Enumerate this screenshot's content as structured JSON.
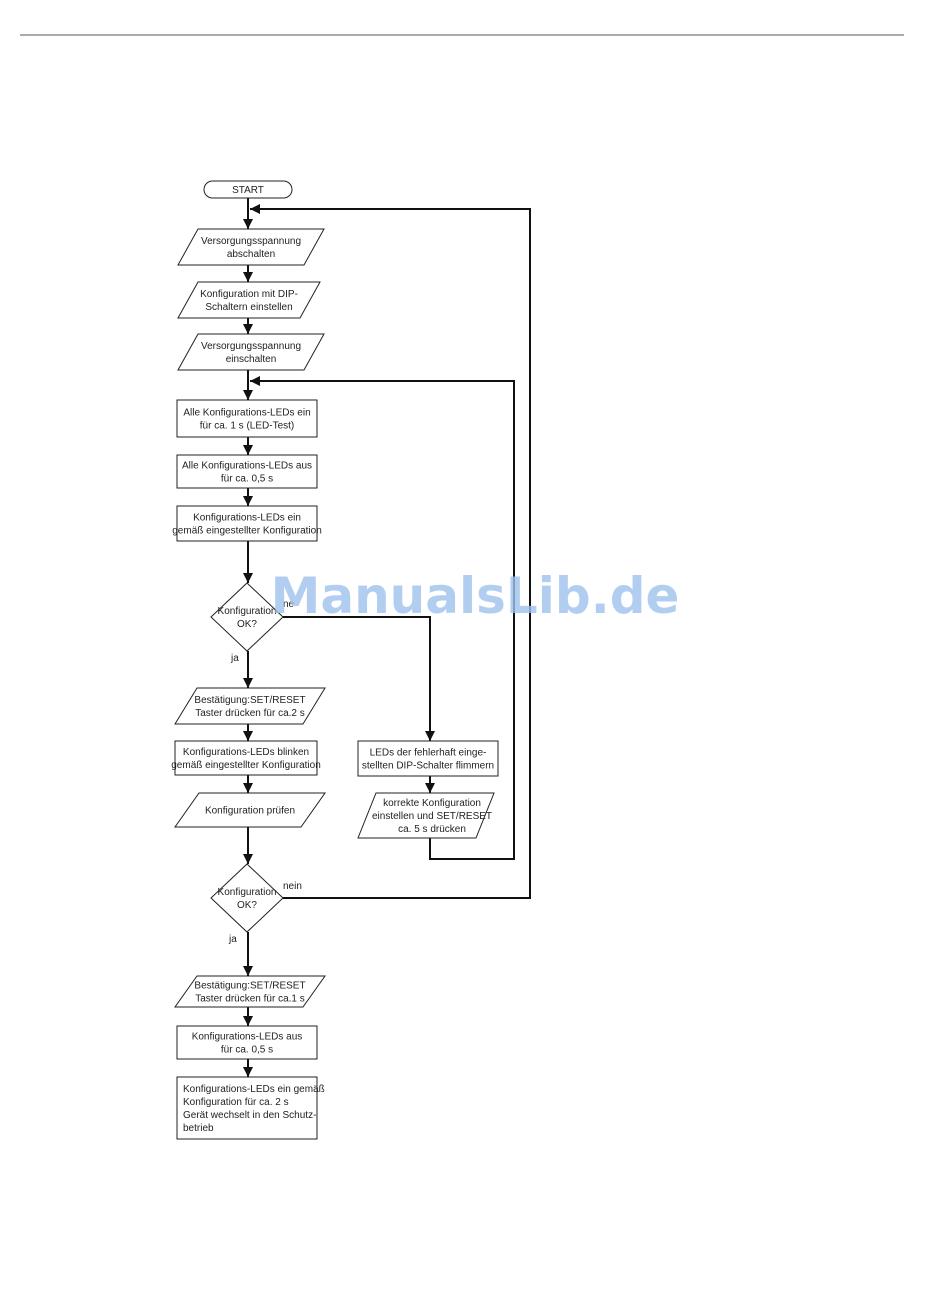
{
  "flowchart": {
    "start": "START",
    "step_power_off": [
      "Versorgungsspannung",
      "abschalten"
    ],
    "step_dip_config": [
      "Konfiguration mit DIP-",
      "Schaltern einstellen"
    ],
    "step_power_on": [
      "Versorgungsspannung",
      "einschalten"
    ],
    "step_led_test": [
      "Alle Konfigurations-LEDs ein",
      "für ca. 1 s (LED-Test)"
    ],
    "step_leds_off_1": [
      "Alle Konfigurations-LEDs aus",
      "für ca. 0,5 s"
    ],
    "step_leds_on_config": [
      "Konfigurations-LEDs ein",
      "gemäß eingestellter Konfiguration"
    ],
    "decision_1": [
      "Konfiguration",
      "OK?"
    ],
    "decision_1_no": "ne",
    "decision_1_yes": "ja",
    "step_confirm_2s": [
      "Bestätigung:SET/RESET",
      "Taster drücken für ca.2 s"
    ],
    "step_leds_blink": [
      "Konfigurations-LEDs blinken",
      "gemäß eingestellter Konfiguration"
    ],
    "step_check_config": [
      "Konfiguration prüfen"
    ],
    "step_faulty_leds": [
      "LEDs der fehlerhaft einge-",
      "stellten DIP-Schalter flimmern"
    ],
    "step_correct_config": [
      "korrekte Konfiguration",
      "einstellen und SET/RESET",
      "ca. 5 s drücken"
    ],
    "decision_2": [
      "Konfiguration",
      "OK?"
    ],
    "decision_2_no": "nein",
    "decision_2_yes": "ja",
    "step_confirm_1s": [
      "Bestätigung:SET/RESET",
      "Taster drücken für ca.1 s"
    ],
    "step_leds_off_2": [
      "Konfigurations-LEDs aus",
      "für ca. 0,5 s"
    ],
    "step_final": [
      "Konfigurations-LEDs ein gemäß",
      "Konfiguration für ca. 2 s",
      "Gerät wechselt in den Schutz-",
      "betrieb"
    ]
  },
  "watermark": "ManualsLib.de"
}
